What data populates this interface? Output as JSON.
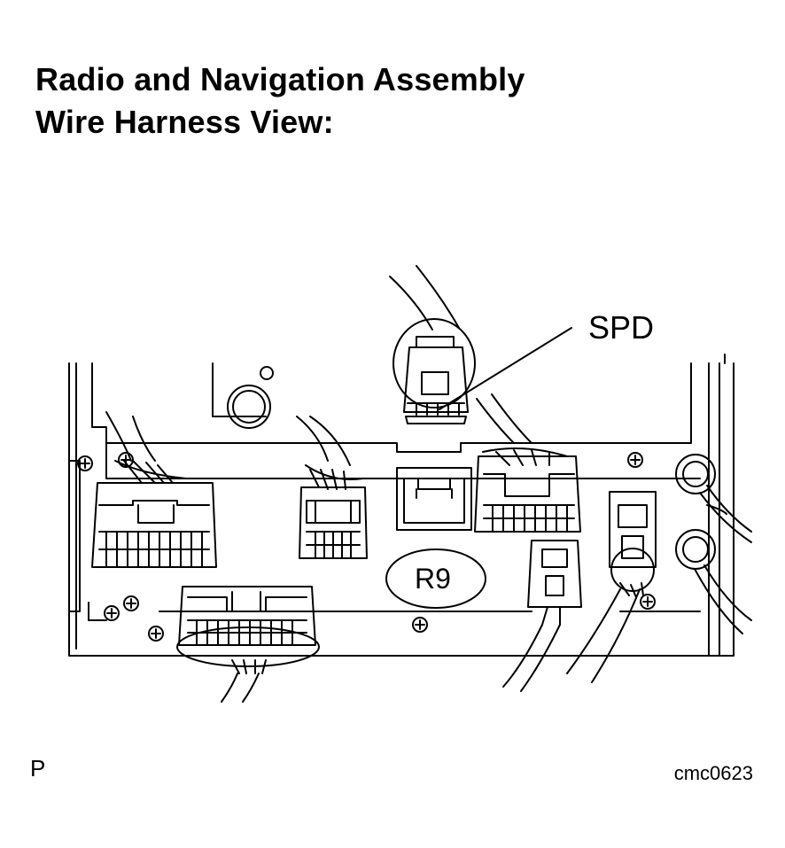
{
  "title": {
    "line1": "Radio and Navigation Assembly",
    "line2": "Wire Harness View:"
  },
  "callouts": {
    "spd": "SPD",
    "connector_id": "R9"
  },
  "footer": {
    "left_mark": "P",
    "figure_code": "cmc0623"
  }
}
